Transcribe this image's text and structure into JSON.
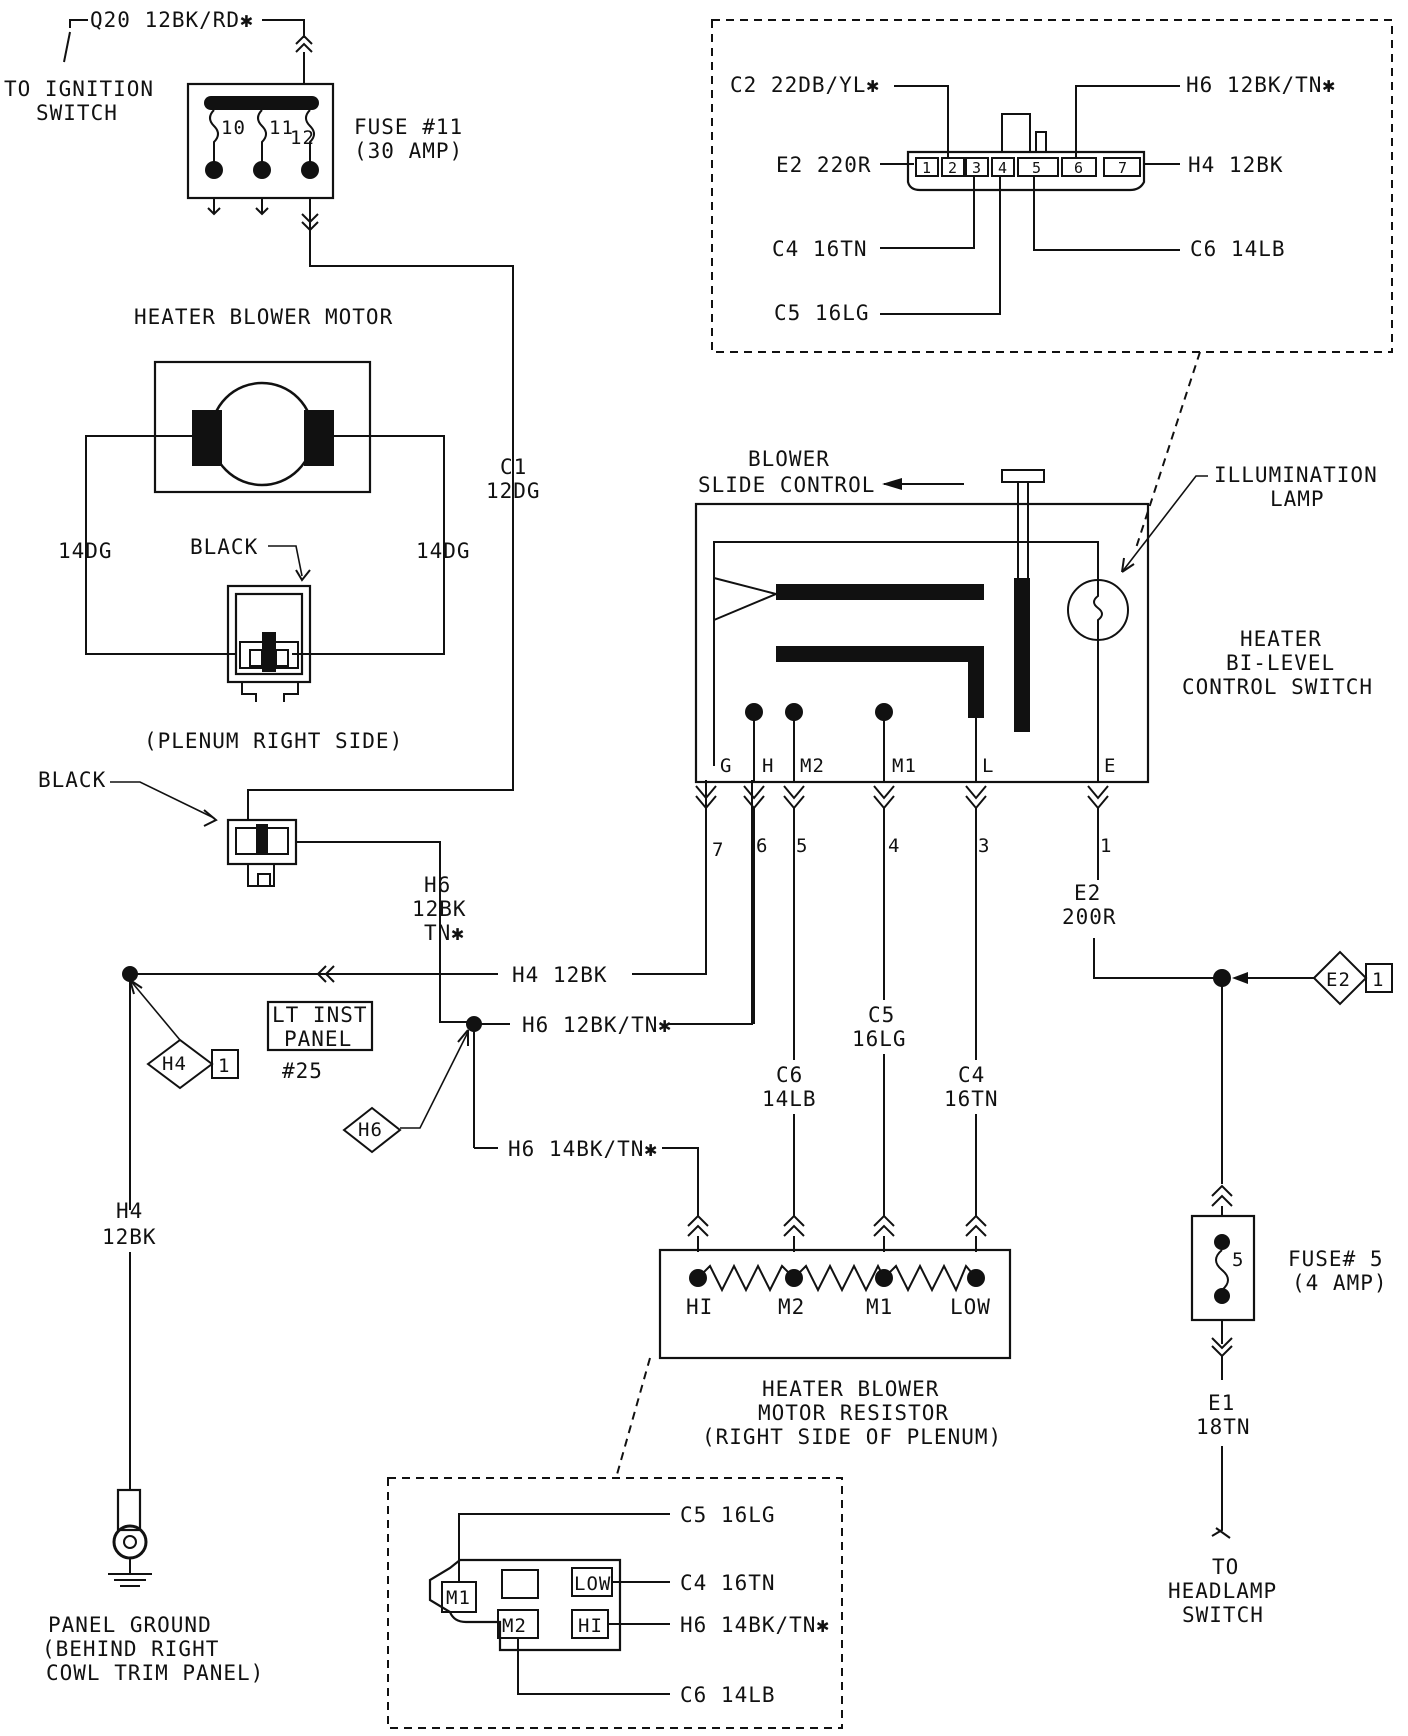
{
  "labels": {
    "q20_wire": "Q20 12BK/RD✱",
    "to_ignition": "TO IGNITION",
    "ignition_switch": "SWITCH",
    "fuse11": "FUSE #11",
    "fuse11_amp": "(30 AMP)",
    "fuse_pin_10": "10",
    "fuse_pin_11": "11",
    "fuse_pin_12": "12",
    "heater_blower_motor": "HEATER BLOWER MOTOR",
    "c1": "C1",
    "c1_wire": "12DG",
    "wire_14dg_left": "14DG",
    "wire_14dg_right": "14DG",
    "black_motor_conn": "BLACK",
    "plenum_right_side": "(PLENUM RIGHT SIDE)",
    "black_conn": "BLACK",
    "h6_label": "H6",
    "h6_wire": "12BK",
    "h6_tn": "TN✱",
    "h4_12bk_top": "H4 12BK",
    "lt_inst": "LT INST",
    "panel": "PANEL",
    "num25": "#25",
    "h6_12bktn": "H6 12BK/TN✱",
    "h4_diamond": "H4",
    "h4_diamond_num": "1",
    "h6_diamond": "H6",
    "h6_14bktn": "H6 14BK/TN✱",
    "h4_left": "H4",
    "h4_left_wire": "12BK",
    "panel_ground_1": "PANEL GROUND",
    "panel_ground_2": "(BEHIND RIGHT",
    "panel_ground_3": "COWL TRIM PANEL)",
    "c2_conn": "C2 22DB/YL✱",
    "e2_conn": "E2 220R",
    "c4_conn": "C4 16TN",
    "c5_conn": "C5 16LG",
    "h6_conn": "H6 12BK/TN✱",
    "h4_conn": "H4 12BK",
    "c6_conn": "C6 14LB",
    "pin1": "1",
    "pin2": "2",
    "pin3": "3",
    "pin4": "4",
    "pin5": "5",
    "pin6": "6",
    "pin7": "7",
    "blower": "BLOWER",
    "slide_control": "SLIDE CONTROL",
    "illumination": "ILLUMINATION",
    "lamp": "LAMP",
    "heater": "HEATER",
    "bi_level": "BI-LEVEL",
    "control_switch": "CONTROL SWITCH",
    "term_g": "G",
    "term_h": "H",
    "term_m2": "M2",
    "term_m1": "M1",
    "term_l": "L",
    "term_e": "E",
    "cav7": "7",
    "cav6": "6",
    "cav5": "5",
    "cav4": "4",
    "cav3": "3",
    "cav1": "1",
    "e2": "E2",
    "e2_wire": "200R",
    "e2_diamond": "E2",
    "e2_diamond_num": "1",
    "c6": "C6",
    "c6_wire": "14LB",
    "c5": "C5",
    "c5_wire": "16LG",
    "c4": "C4",
    "c4_wire": "16TN",
    "res_hi": "HI",
    "res_m2": "M2",
    "res_m1": "M1",
    "res_low": "LOW",
    "resistor_1": "HEATER BLOWER",
    "resistor_2": "MOTOR RESISTOR",
    "resistor_3": "(RIGHT SIDE OF PLENUM)",
    "fuse5": "FUSE# 5",
    "fuse5_amp": "(4 AMP)",
    "fuse5_num": "5",
    "e1": "E1",
    "e1_wire": "18TN",
    "to_headlamp": "TO",
    "headlamp": "HEADLAMP",
    "headlamp_switch": "SWITCH",
    "det_m1": "M1",
    "det_m2": "M2",
    "det_low": "LOW",
    "det_hi": "HI",
    "det_c5": "C5 16LG",
    "det_c4": "C4 16TN",
    "det_h6": "H6 14BK/TN✱",
    "det_c6": "C6 14LB"
  }
}
